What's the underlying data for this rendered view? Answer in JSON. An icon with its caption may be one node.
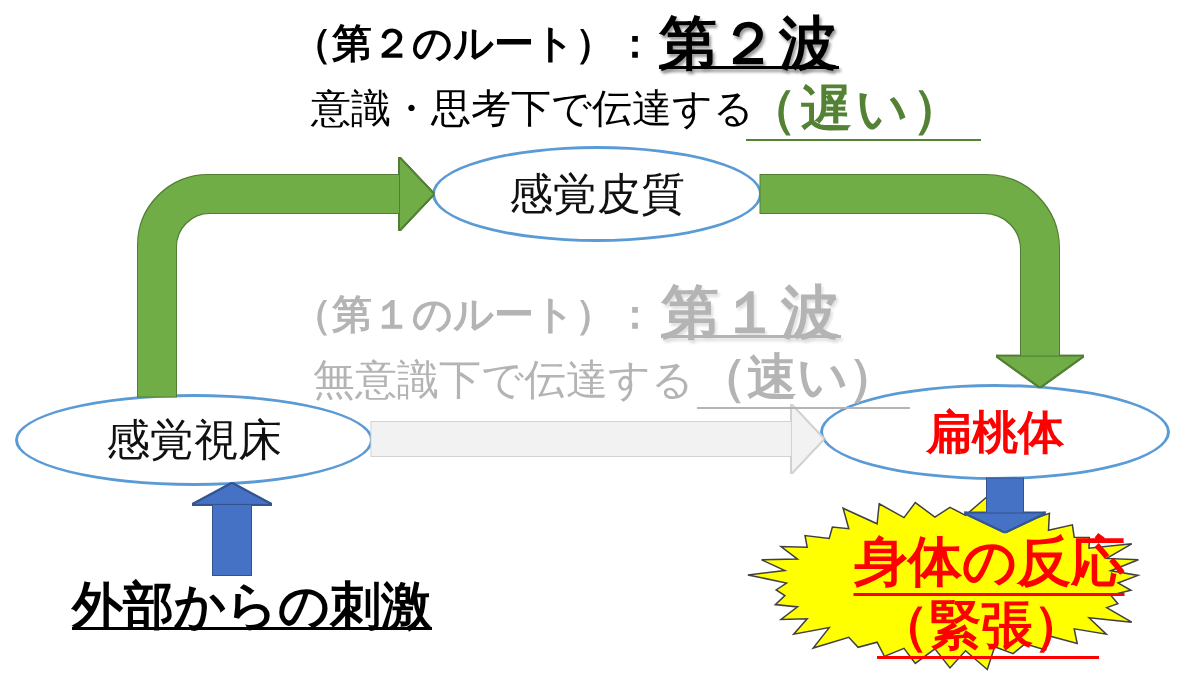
{
  "diagram": {
    "nodes": [
      {
        "text": [
          "感覚皮質"
        ]
      },
      {
        "text": [
          "感覚視床"
        ]
      },
      {
        "text": [
          "扁桃体"
        ]
      },
      {
        "text": [
          "外部からの刺激"
        ]
      },
      {
        "text": [
          "身体の反応",
          "（緊張）"
        ]
      }
    ],
    "edges": [
      {
        "from": 1,
        "to": 0,
        "arrow": "to",
        "color": "#70ad47"
      },
      {
        "from": 0,
        "to": 2,
        "arrow": "to",
        "color": "#70ad47"
      },
      {
        "from": 1,
        "to": 2,
        "arrow": "to",
        "color": "#f2f2f2"
      },
      {
        "from": 3,
        "to": 1,
        "arrow": "to",
        "color": "#4472c4"
      },
      {
        "from": 2,
        "to": 4,
        "arrow": "to",
        "color": "#4472c4"
      }
    ],
    "labels": [
      "（第２のルート）：",
      "第２波",
      "意識・思考下で伝達する",
      "（遅い）",
      "（第１のルート）：",
      "第１波",
      "無意識下で伝達する",
      "（速い）"
    ]
  }
}
